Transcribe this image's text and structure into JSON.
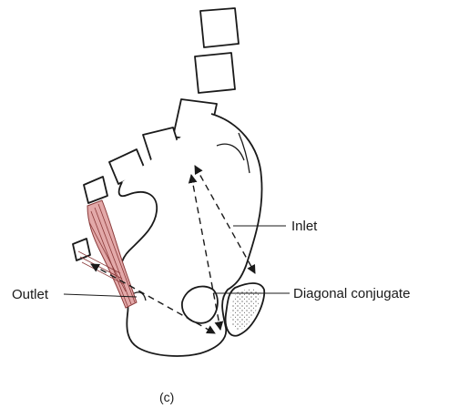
{
  "labels": {
    "inlet": "Inlet",
    "outlet": "Outlet",
    "diagonal_conjugate": "Diagonal conjugate"
  },
  "caption": "(c)",
  "colors": {
    "line": "#1a1a1a",
    "muscle_fill": "#e3a9a9",
    "muscle_stroke": "#8a3a3a"
  }
}
